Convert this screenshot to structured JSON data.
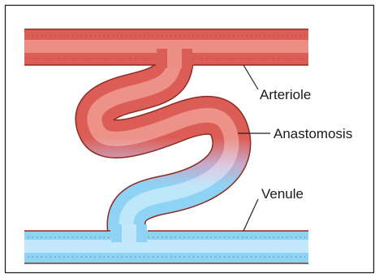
{
  "labels": {
    "arteriole": "Arteriole",
    "anastomosis": "Anastomosis",
    "venule": "Venule"
  },
  "colors": {
    "artery": "#dc5d55",
    "artery_highlight": "#f3a49a",
    "vein": "#8fd3f4",
    "vein_highlight": "#cfeefc",
    "outline": "#8c2c24",
    "frame": "#222222"
  }
}
